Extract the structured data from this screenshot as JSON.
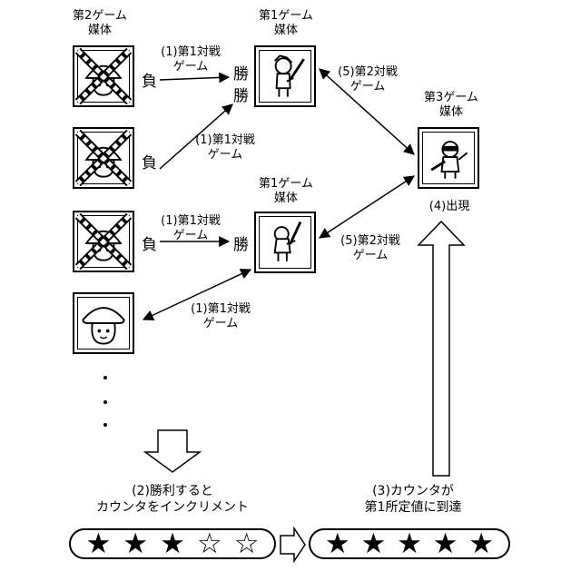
{
  "labels": {
    "second_media_title": [
      "第2ゲーム",
      "媒体"
    ],
    "first_media_title_top": [
      "第1ゲーム",
      "媒体"
    ],
    "first_media_title_mid": [
      "第1ゲーム",
      "媒体"
    ],
    "third_media_title": [
      "第3ゲーム",
      "媒体"
    ],
    "battle1": [
      "(1)第1対戦",
      "ゲーム"
    ],
    "battle2": [
      "(5)第2対戦",
      "ゲーム"
    ],
    "appearance": "(4)出現",
    "step2": [
      "(2)勝利すると",
      "カウンタをインクリメント"
    ],
    "step3": [
      "(3)カウンタが",
      "第1所定値に到達"
    ]
  },
  "results": {
    "lose": "負",
    "win": "勝"
  },
  "counter_before": {
    "filled": "★",
    "empty": "☆",
    "stars": [
      "★",
      "★",
      "★",
      "☆",
      "☆"
    ]
  },
  "counter_after": {
    "stars": [
      "★",
      "★",
      "★",
      "★",
      "★"
    ]
  }
}
